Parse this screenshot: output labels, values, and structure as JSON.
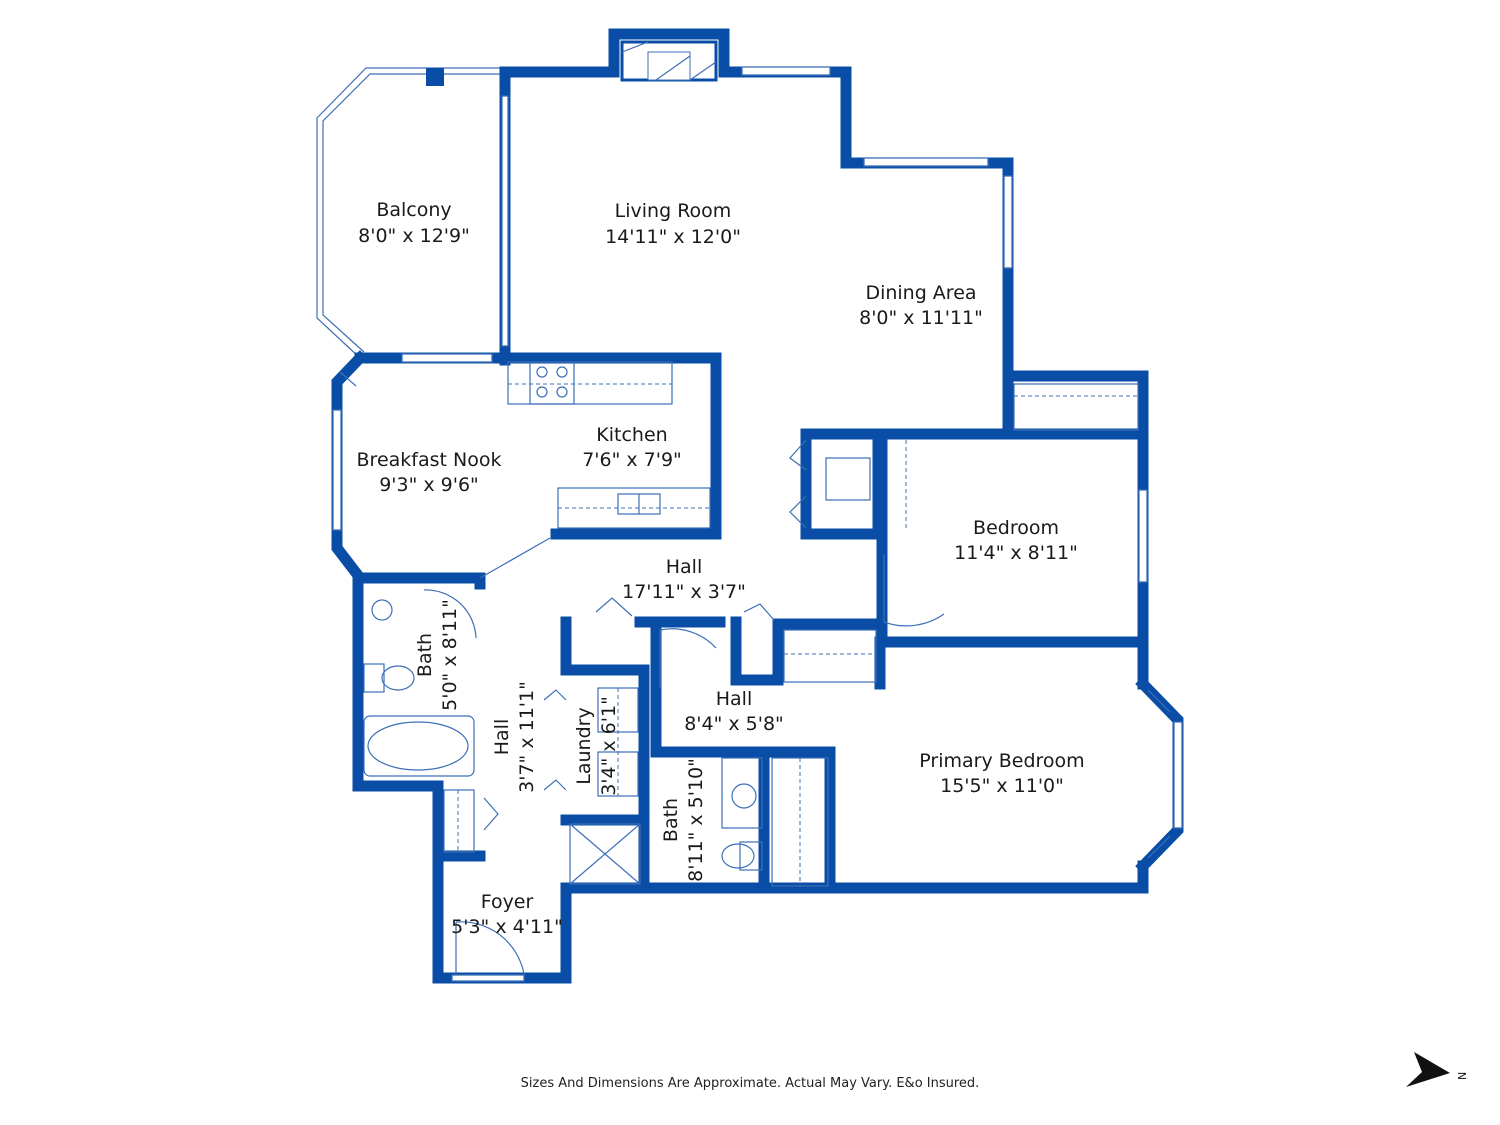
{
  "rooms": [
    {
      "key": "balcony",
      "name": "Balcony",
      "dims": "8'0\" x 12'9\""
    },
    {
      "key": "living",
      "name": "Living Room",
      "dims": "14'11\" x 12'0\""
    },
    {
      "key": "dining",
      "name": "Dining Area",
      "dims": "8'0\" x 11'11\""
    },
    {
      "key": "kitchen",
      "name": "Kitchen",
      "dims": "7'6\" x 7'9\""
    },
    {
      "key": "nook",
      "name": "Breakfast Nook",
      "dims": "9'3\" x 9'6\""
    },
    {
      "key": "bedroom",
      "name": "Bedroom",
      "dims": "11'4\" x 8'11\""
    },
    {
      "key": "hall1",
      "name": "Hall",
      "dims": "17'11\" x 3'7\""
    },
    {
      "key": "hall2",
      "name": "Hall",
      "dims": "8'4\" x 5'8\""
    },
    {
      "key": "primary",
      "name": "Primary Bedroom",
      "dims": "15'5\" x 11'0\""
    },
    {
      "key": "bath1",
      "name": "Bath",
      "dims": "5'0\" x 8'11\""
    },
    {
      "key": "hall3",
      "name": "Hall",
      "dims": "3'7\" x 11'1\""
    },
    {
      "key": "laundry",
      "name": "Laundry",
      "dims": "3'4\" x 6'1\""
    },
    {
      "key": "bath2",
      "name": "Bath",
      "dims": "8'11\" x 5'10\""
    },
    {
      "key": "foyer",
      "name": "Foyer",
      "dims": "5'3\" x 4'11\""
    }
  ],
  "footer": "Sizes And Dimensions Are Approximate. Actual May Vary. E&o Insured.",
  "compass": {
    "label": "N",
    "icon": "north-arrow-icon"
  },
  "colors": {
    "wall": "#0a4da6",
    "fixture": "#3d6fb7"
  }
}
